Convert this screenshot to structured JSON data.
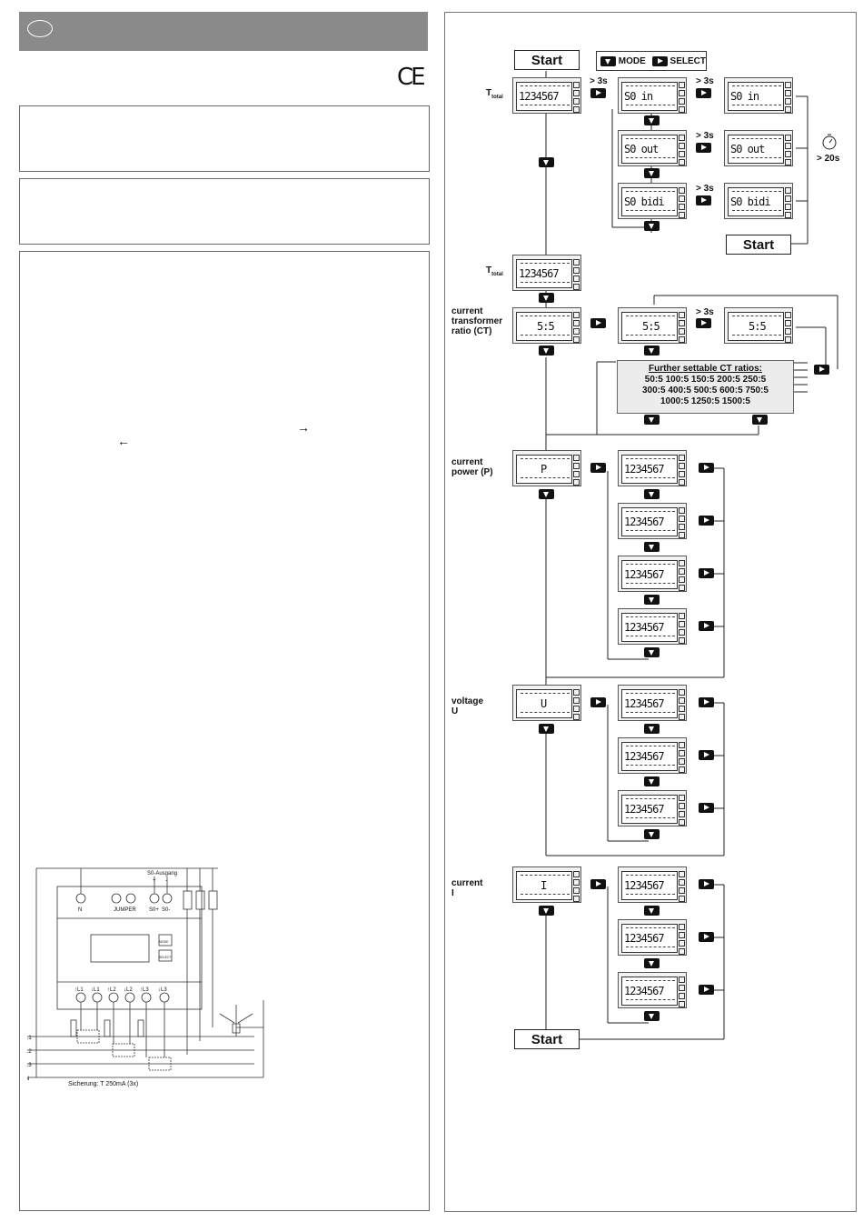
{
  "brand": {
    "ce_mark": "CE"
  },
  "legend": {
    "mode_label": "MODE",
    "select_label": "SELECT"
  },
  "flow": {
    "start_label": "Start",
    "hold_3s": "> 3s",
    "timeout_20s": "> 20s",
    "sections": {
      "t_total_1": "T",
      "t_total_1_sub": "total",
      "t_total_2": "T",
      "t_total_2_sub": "total",
      "ct": [
        "current",
        "transformer",
        "ratio (CT)"
      ],
      "power": [
        "current",
        "power (P)"
      ],
      "voltage": [
        "voltage",
        "U"
      ],
      "current": [
        "current",
        "I"
      ]
    },
    "displays": {
      "total": "1234567",
      "s0_in": "S0  in",
      "s0_out": "S0 out",
      "s0_bidi": "S0 bidi",
      "ct": "5:5",
      "power": "P",
      "voltage": "U",
      "current": "I",
      "value": "1234567"
    },
    "ct_box": {
      "title": "Further settable CT ratios:",
      "lines": [
        "50:5  100:5  150:5  200:5  250:5",
        "300:5  400:5  500:5  600:5  750:5",
        "1000:5  1250:5  1500:5"
      ]
    }
  },
  "wiring": {
    "s0_label": "S0-Ausgang",
    "s0_plus": "+",
    "s0_minus": "-",
    "terminals_top": [
      "N",
      "JUMPER",
      "S0+",
      "S0-"
    ],
    "buttons": [
      "MODE",
      "SELECT"
    ],
    "terminals_bottom": [
      "↑L1",
      "↓L1",
      "↑L2",
      "↓L2",
      "↑L3",
      "↓L3"
    ],
    "lines": [
      "L1",
      "L2",
      "L3",
      "N"
    ],
    "fuse_note": "Sicherung: T 250mA (3x)"
  }
}
